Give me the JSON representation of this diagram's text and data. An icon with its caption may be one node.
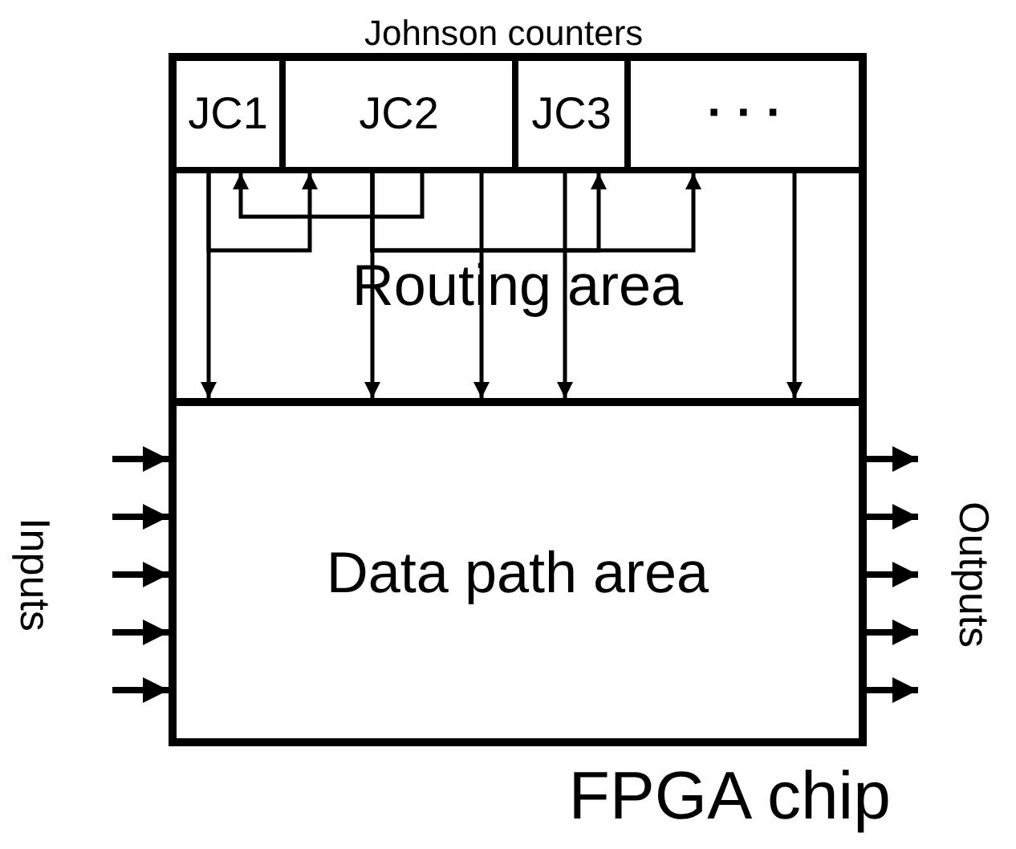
{
  "diagram": {
    "nodes": [
      {
        "text": [
          "FPGA chip"
        ]
      },
      {
        "text": [
          "Johnson counters"
        ],
        "in": 0
      },
      {
        "text": [
          "JC1"
        ],
        "in": 1
      },
      {
        "text": [
          "JC2"
        ],
        "in": 1
      },
      {
        "text": [
          "JC3"
        ],
        "in": 1
      },
      {
        "text": [
          "· · ·"
        ],
        "in": 1
      },
      {
        "text": [
          "Routing area"
        ],
        "in": 0
      },
      {
        "text": [
          "Data path area"
        ],
        "in": 0
      }
    ],
    "edges": [
      {
        "from": 2,
        "to": 7,
        "arrow": "to"
      },
      {
        "from": 2,
        "to": 3,
        "arrow": "to"
      },
      {
        "from": 3,
        "to": 2,
        "arrow": "to"
      },
      {
        "from": 3,
        "to": 7,
        "arrow": "to"
      },
      {
        "from": 3,
        "to": 4,
        "arrow": "to"
      },
      {
        "from": 3,
        "to": 5,
        "arrow": "to"
      },
      {
        "from": 3,
        "to": 7,
        "arrow": "to"
      },
      {
        "from": 4,
        "to": 7,
        "arrow": "to"
      },
      {
        "from": 5,
        "to": 7,
        "arrow": "to"
      },
      {
        "from": null,
        "to": 7,
        "arrow": "to"
      },
      {
        "from": null,
        "to": 7,
        "arrow": "to"
      },
      {
        "from": null,
        "to": 7,
        "arrow": "to"
      },
      {
        "from": null,
        "to": 7,
        "arrow": "to"
      },
      {
        "from": null,
        "to": 7,
        "arrow": "to"
      },
      {
        "from": 7,
        "to": null,
        "arrow": "to"
      },
      {
        "from": 7,
        "to": null,
        "arrow": "to"
      },
      {
        "from": 7,
        "to": null,
        "arrow": "to"
      },
      {
        "from": 7,
        "to": null,
        "arrow": "to"
      },
      {
        "from": 7,
        "to": null,
        "arrow": "to"
      }
    ],
    "labels": [
      "Inputs",
      "Outputs"
    ]
  }
}
